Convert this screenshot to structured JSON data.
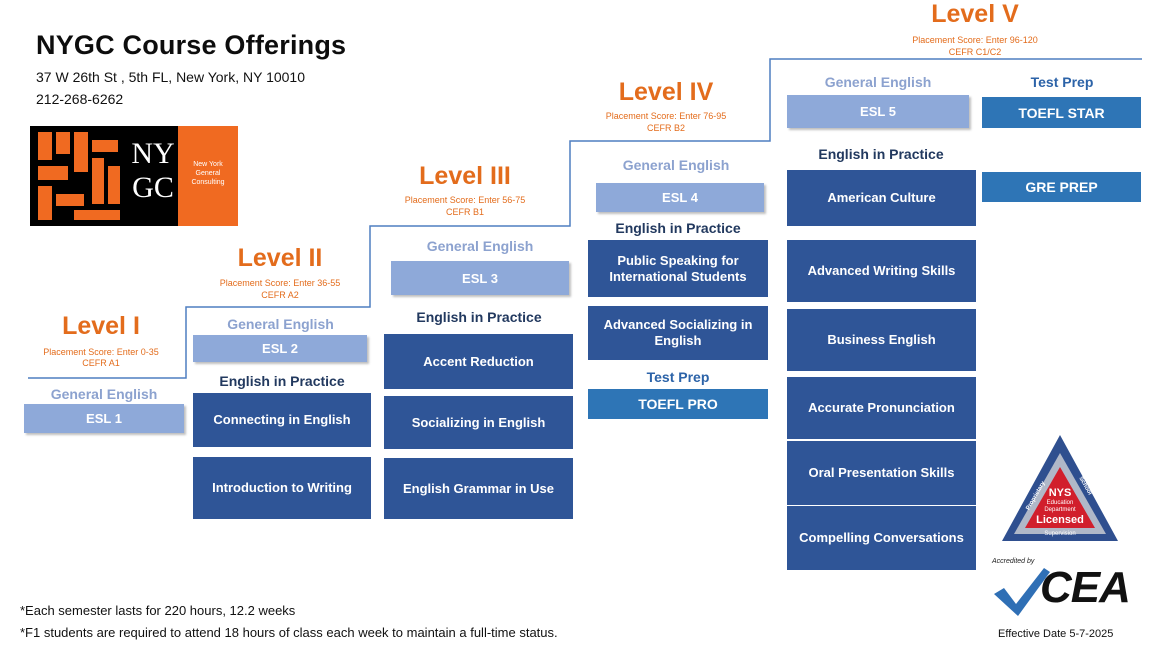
{
  "header": {
    "title": "NYGC Course Offerings",
    "address": "37 W 26th St , 5th FL, New York, NY 10010",
    "phone": "212-268-6262"
  },
  "logo": {
    "letters_line1": "NY",
    "letters_line2": "GC",
    "subtext_line1": "New York",
    "subtext_line2": "General",
    "subtext_line3": "Consulting"
  },
  "levels": {
    "l1": {
      "title": "Level I",
      "placement": "Placement Score: Enter 0-35",
      "cefr": "CEFR A1",
      "general": "General English",
      "esl": "ESL 1"
    },
    "l2": {
      "title": "Level II",
      "placement": "Placement Score: Enter 36-55",
      "cefr": "CEFR A2",
      "general": "General English",
      "esl": "ESL 2",
      "practice": "English in Practice",
      "courses": [
        "Connecting in English",
        "Introduction to Writing"
      ]
    },
    "l3": {
      "title": "Level III",
      "placement": "Placement Score: Enter 56-75",
      "cefr": "CEFR B1",
      "general": "General English",
      "esl": "ESL 3",
      "practice": "English in Practice",
      "courses": [
        "Accent Reduction",
        "Socializing in English",
        "English Grammar in Use"
      ]
    },
    "l4": {
      "title": "Level IV",
      "placement": "Placement Score: Enter 76-95",
      "cefr": "CEFR B2",
      "general": "General English",
      "esl": "ESL 4",
      "practice": "English in Practice",
      "courses": [
        "Public Speaking for International Students",
        "Advanced Socializing in English"
      ],
      "testprep": "Test Prep",
      "toefl": "TOEFL PRO"
    },
    "l5": {
      "title": "Level V",
      "placement": "Placement Score: Enter 96-120",
      "cefr": "CEFR C1/C2",
      "general": "General English",
      "esl": "ESL 5",
      "practice": "English in Practice",
      "courses": [
        "American Culture",
        "Advanced Writing Skills",
        "Business English",
        "Accurate Pronunciation",
        "Oral Presentation Skills",
        "Compelling Conversations"
      ],
      "testprep": "Test Prep",
      "toefl_star": "TOEFL STAR",
      "gre": "GRE PREP"
    }
  },
  "seal": {
    "nys": "NYS",
    "line1": "Education",
    "line2": "Department",
    "licensed": "Licensed",
    "supervision": "Supervision",
    "left_text": "Proprietary",
    "right_text": "School"
  },
  "cea": {
    "accredited_by": "Accredited by",
    "mark": "CEA"
  },
  "footer": {
    "note1": "*Each semester lasts for 220 hours, 12.2 weeks",
    "note2": "*F1 students are required to attend 18 hours of class each week to maintain a full-time status.",
    "effective": "Effective Date 5-7-2025"
  },
  "colors": {
    "accent_orange": "#E36C1C",
    "dark_blue": "#2F5597",
    "light_blue": "#8EA9D9",
    "mid_blue": "#2E75B6"
  }
}
